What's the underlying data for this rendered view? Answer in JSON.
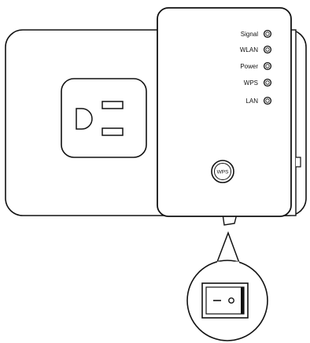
{
  "indicators": [
    {
      "label": "Signal"
    },
    {
      "label": "WLAN"
    },
    {
      "label": "Power"
    },
    {
      "label": "WPS"
    },
    {
      "label": "LAN"
    }
  ],
  "wps_button": {
    "label": "WPS"
  },
  "switch": {
    "off_symbol": "O",
    "on_symbol": "–"
  },
  "icons": {
    "outlet": "wall-outlet-icon",
    "led": "led-indicator-icon",
    "switch": "power-switch-icon"
  },
  "colors": {
    "stroke": "#111111",
    "background": "#ffffff"
  }
}
